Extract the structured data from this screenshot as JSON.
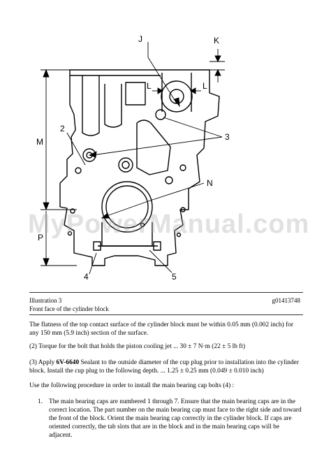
{
  "figure": {
    "labels": {
      "J": "J",
      "K": "K",
      "L1": "L",
      "L2": "L",
      "M": "M",
      "N": "N",
      "P": "P",
      "c2": "2",
      "c3": "3",
      "c4": "4",
      "c5": "5"
    },
    "watermark": "MyPowerManual.com"
  },
  "caption": {
    "title": "Illustration 3",
    "id": "g01413748",
    "subtitle": "Front face of the cylinder block"
  },
  "paragraphs": {
    "p1": "The flatness of the top contact surface of the cylinder block must be within 0.05 mm (0.002 inch) for any 150 mm (5.9 inch) section of the surface.",
    "p2": "(2) Torque for the bolt that holds the piston cooling jet ... 30 ± 7 N·m (22 ± 5 lb ft)",
    "p3_a": "(3) Apply ",
    "p3_b": "6V-6640",
    "p3_c": " Sealant to the outside diameter of the cup plug prior to installation into the cylinder block. Install the cup plug to the following depth. ... 1.25 ± 0.25 mm (0.049 ± 0.010 inch)",
    "p4": "Use the following procedure in order to install the main bearing cap bolts (4) :"
  },
  "list": [
    {
      "num": "1.",
      "text": "The main bearing caps are numbered 1 through 7. Ensure that the main bearing caps are in the correct location. The part number on the main bearing cap must face to the right side and toward the front of the block. Orient the main bearing cap correctly in the cylinder block. If caps are oriented correctly, the tab slots that are in the block and in the main bearing caps will be adjacent."
    }
  ]
}
